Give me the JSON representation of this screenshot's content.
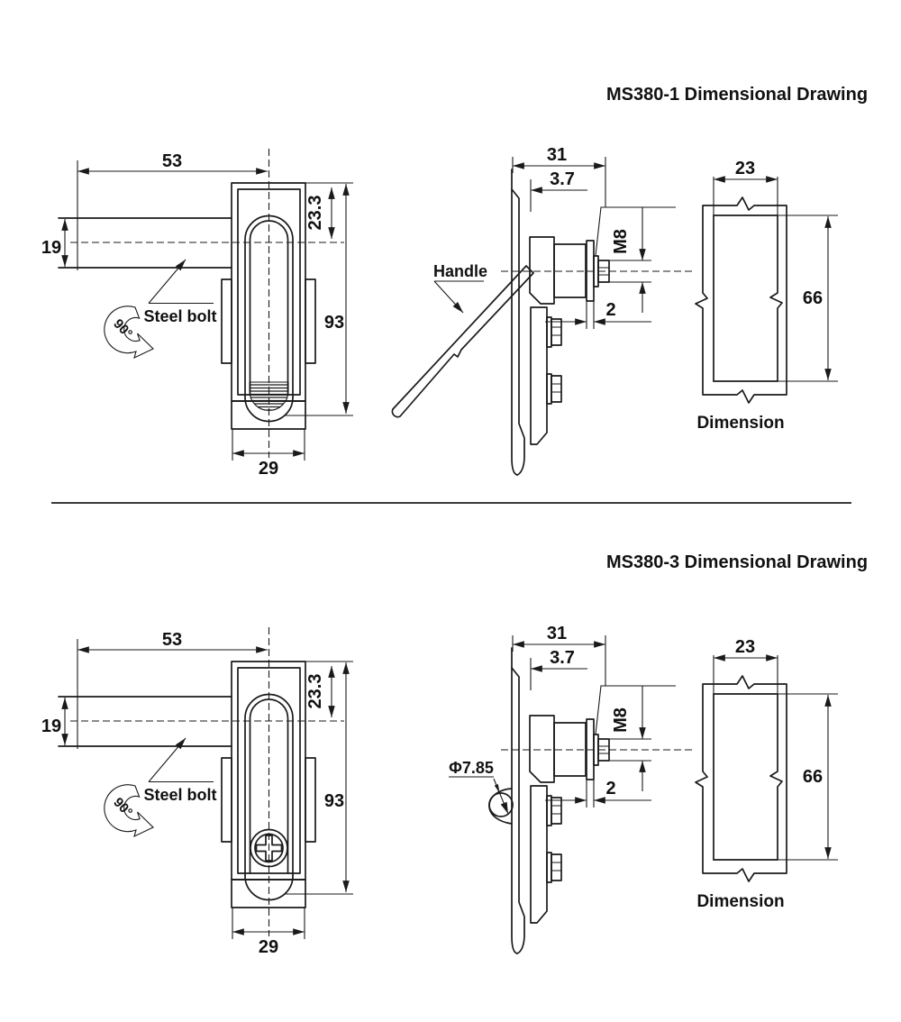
{
  "colors": {
    "ink": "#1a1a1a",
    "background": "#ffffff"
  },
  "drawings": [
    {
      "title": "MS380-1 Dimensional Drawing",
      "front": {
        "width": "53",
        "bolt_height": "19",
        "top_offset": "23.3",
        "height": "93",
        "body_width": "29",
        "steel_bolt_label": "Steel bolt",
        "rotation_label": "90°"
      },
      "side": {
        "depth": "31",
        "panel_offset": "3.7",
        "thread": "M8",
        "flange": "2",
        "handle_label": "Handle"
      },
      "cutout": {
        "width": "23",
        "height": "66",
        "caption": "Dimension"
      }
    },
    {
      "title": "MS380-3 Dimensional Drawing",
      "front": {
        "width": "53",
        "bolt_height": "19",
        "top_offset": "23.3",
        "height": "93",
        "body_width": "29",
        "steel_bolt_label": "Steel bolt",
        "rotation_label": "90°"
      },
      "side": {
        "depth": "31",
        "panel_offset": "3.7",
        "thread": "M8",
        "flange": "2",
        "hole_label": "Φ7.85"
      },
      "cutout": {
        "width": "23",
        "height": "66",
        "caption": "Dimension"
      }
    }
  ]
}
